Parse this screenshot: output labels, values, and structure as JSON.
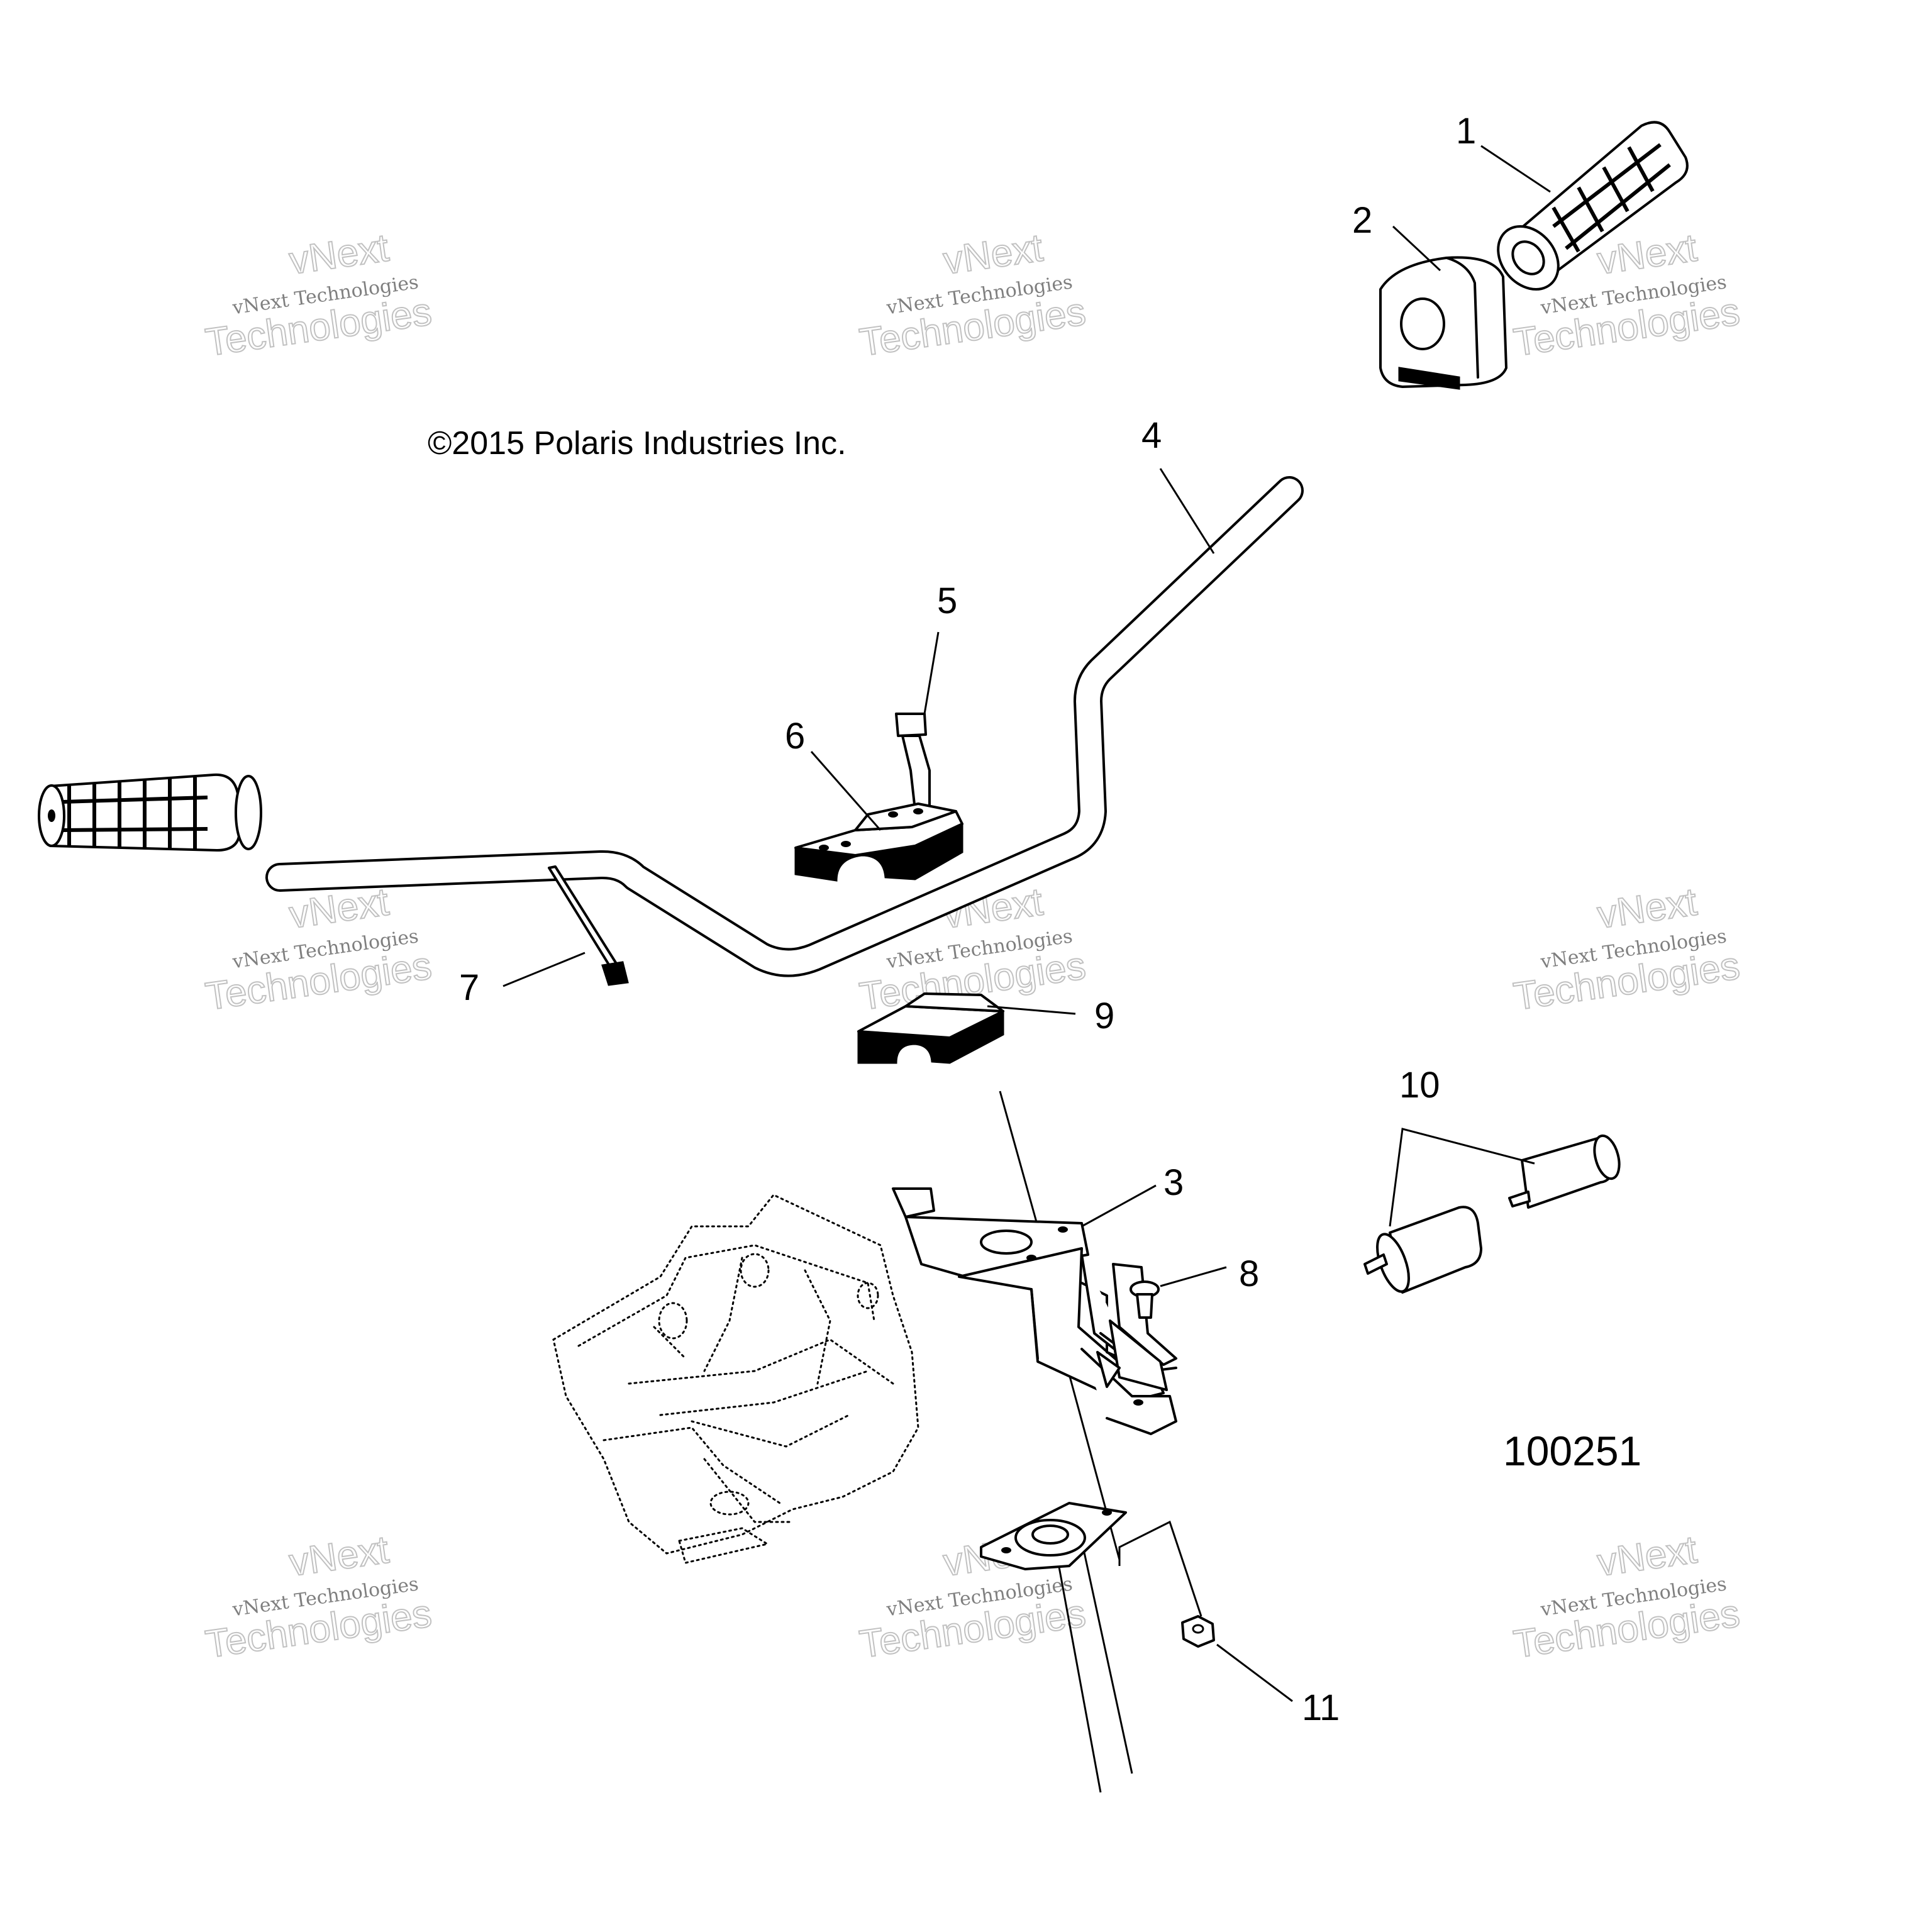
{
  "copyright": "©2015 Polaris Industries Inc.",
  "drawing_number": "100251",
  "watermark": {
    "small": "vNext Technologies",
    "top": "vNext",
    "bottom": "Technologies"
  },
  "callouts": [
    "1",
    "2",
    "3",
    "4",
    "5",
    "6",
    "7",
    "8",
    "9",
    "10",
    "11"
  ],
  "colors": {
    "line": "#000000",
    "background": "#ffffff",
    "watermark": "#bbbbbb"
  }
}
